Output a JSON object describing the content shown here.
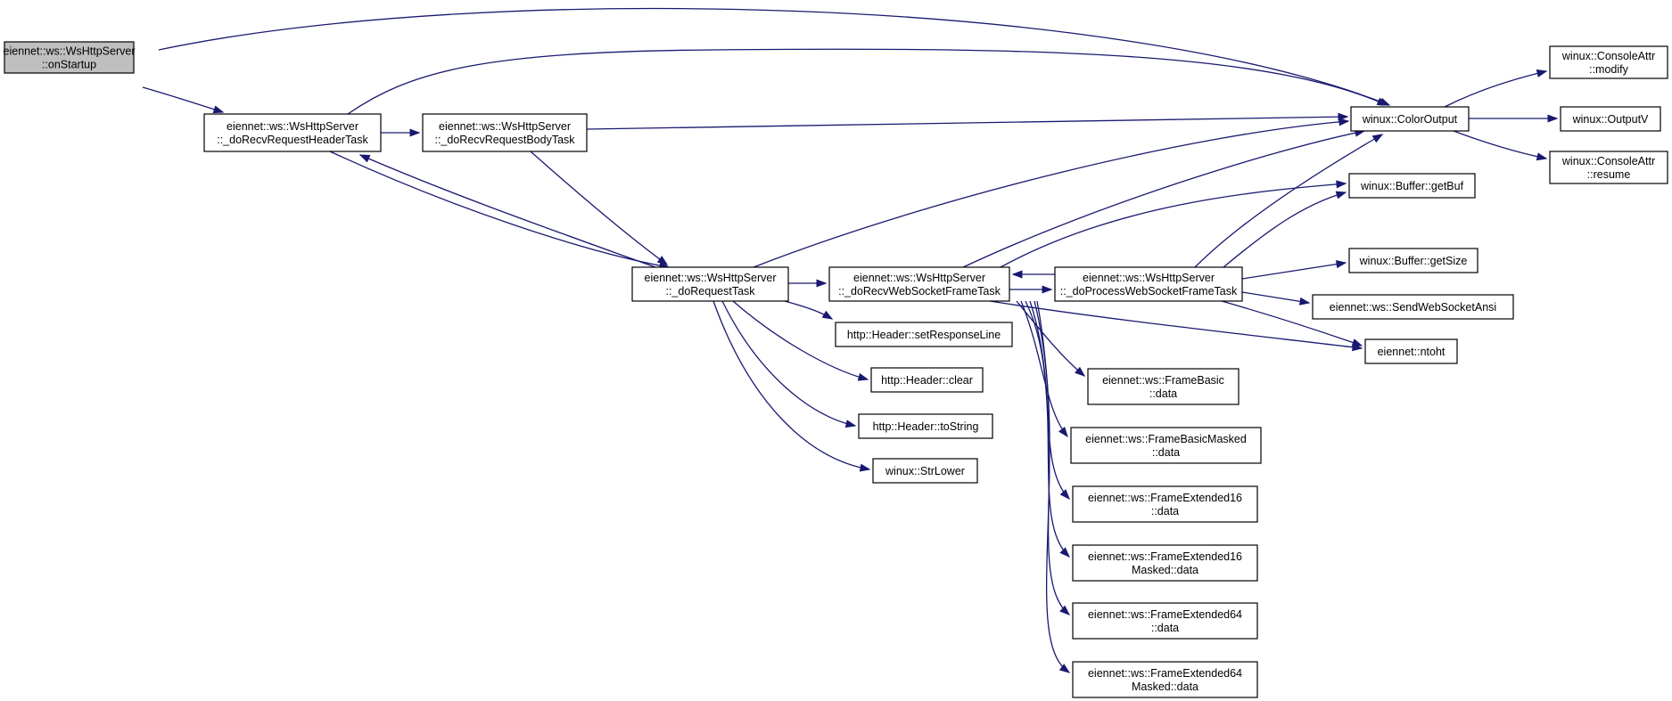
{
  "colors": {
    "edge": "#191970",
    "root_fill": "#bfbfbf",
    "node_fill": "#ffffff",
    "border": "#000000"
  },
  "nodes": [
    {
      "id": "onStartup",
      "lines": [
        "eiennet::ws::WsHttpServer",
        "::onStartup"
      ]
    },
    {
      "id": "doRecvHeader",
      "lines": [
        "eiennet::ws::WsHttpServer",
        "::_doRecvRequestHeaderTask"
      ]
    },
    {
      "id": "doRecvBody",
      "lines": [
        "eiennet::ws::WsHttpServer",
        "::_doRecvRequestBodyTask"
      ]
    },
    {
      "id": "doRequest",
      "lines": [
        "eiennet::ws::WsHttpServer",
        "::_doRequestTask"
      ]
    },
    {
      "id": "doRecvWsFrame",
      "lines": [
        "eiennet::ws::WsHttpServer",
        "::_doRecvWebSocketFrameTask"
      ]
    },
    {
      "id": "doProcessWsFrame",
      "lines": [
        "eiennet::ws::WsHttpServer",
        "::_doProcessWebSocketFrameTask"
      ]
    },
    {
      "id": "colorOutput",
      "lines": [
        "winux::ColorOutput"
      ]
    },
    {
      "id": "caModify",
      "lines": [
        "winux::ConsoleAttr",
        "::modify"
      ]
    },
    {
      "id": "outputV",
      "lines": [
        "winux::OutputV"
      ]
    },
    {
      "id": "caResume",
      "lines": [
        "winux::ConsoleAttr",
        "::resume"
      ]
    },
    {
      "id": "getBuf",
      "lines": [
        "winux::Buffer::getBuf"
      ]
    },
    {
      "id": "getSize",
      "lines": [
        "winux::Buffer::getSize"
      ]
    },
    {
      "id": "sendWsAnsi",
      "lines": [
        "eiennet::ws::SendWebSocketAnsi"
      ]
    },
    {
      "id": "ntoht",
      "lines": [
        "eiennet::ntoht"
      ]
    },
    {
      "id": "setResponseLine",
      "lines": [
        "http::Header::setResponseLine"
      ]
    },
    {
      "id": "hdrClear",
      "lines": [
        "http::Header::clear"
      ]
    },
    {
      "id": "hdrToString",
      "lines": [
        "http::Header::toString"
      ]
    },
    {
      "id": "strLower",
      "lines": [
        "winux::StrLower"
      ]
    },
    {
      "id": "fbData",
      "lines": [
        "eiennet::ws::FrameBasic",
        "::data"
      ]
    },
    {
      "id": "fbmData",
      "lines": [
        "eiennet::ws::FrameBasicMasked",
        "::data"
      ]
    },
    {
      "id": "fe16Data",
      "lines": [
        "eiennet::ws::FrameExtended16",
        "::data"
      ]
    },
    {
      "id": "fe16mData",
      "lines": [
        "eiennet::ws::FrameExtended16",
        "Masked::data"
      ]
    },
    {
      "id": "fe64Data",
      "lines": [
        "eiennet::ws::FrameExtended64",
        "::data"
      ]
    },
    {
      "id": "fe64mData",
      "lines": [
        "eiennet::ws::FrameExtended64",
        "Masked::data"
      ]
    }
  ],
  "edges": [
    [
      "onStartup",
      "doRecvHeader"
    ],
    [
      "onStartup",
      "colorOutput"
    ],
    [
      "doRecvHeader",
      "doRecvBody"
    ],
    [
      "doRecvHeader",
      "colorOutput"
    ],
    [
      "doRecvHeader",
      "doRequest"
    ],
    [
      "doRequest",
      "doRecvHeader"
    ],
    [
      "doRecvBody",
      "colorOutput"
    ],
    [
      "doRecvBody",
      "doRequest"
    ],
    [
      "doRequest",
      "colorOutput"
    ],
    [
      "doRequest",
      "doRecvWsFrame"
    ],
    [
      "doRequest",
      "setResponseLine"
    ],
    [
      "doRequest",
      "hdrClear"
    ],
    [
      "doRequest",
      "hdrToString"
    ],
    [
      "doRequest",
      "strLower"
    ],
    [
      "doRecvWsFrame",
      "colorOutput"
    ],
    [
      "doRecvWsFrame",
      "getBuf"
    ],
    [
      "doRecvWsFrame",
      "doProcessWsFrame"
    ],
    [
      "doProcessWsFrame",
      "doRecvWsFrame"
    ],
    [
      "doRecvWsFrame",
      "ntoht"
    ],
    [
      "doRecvWsFrame",
      "fbData"
    ],
    [
      "doRecvWsFrame",
      "fbmData"
    ],
    [
      "doRecvWsFrame",
      "fe16Data"
    ],
    [
      "doRecvWsFrame",
      "fe16mData"
    ],
    [
      "doRecvWsFrame",
      "fe64Data"
    ],
    [
      "doRecvWsFrame",
      "fe64mData"
    ],
    [
      "doProcessWsFrame",
      "colorOutput"
    ],
    [
      "doProcessWsFrame",
      "getBuf"
    ],
    [
      "doProcessWsFrame",
      "getSize"
    ],
    [
      "doProcessWsFrame",
      "sendWsAnsi"
    ],
    [
      "doProcessWsFrame",
      "ntoht"
    ],
    [
      "colorOutput",
      "caModify"
    ],
    [
      "colorOutput",
      "outputV"
    ],
    [
      "colorOutput",
      "caResume"
    ]
  ]
}
